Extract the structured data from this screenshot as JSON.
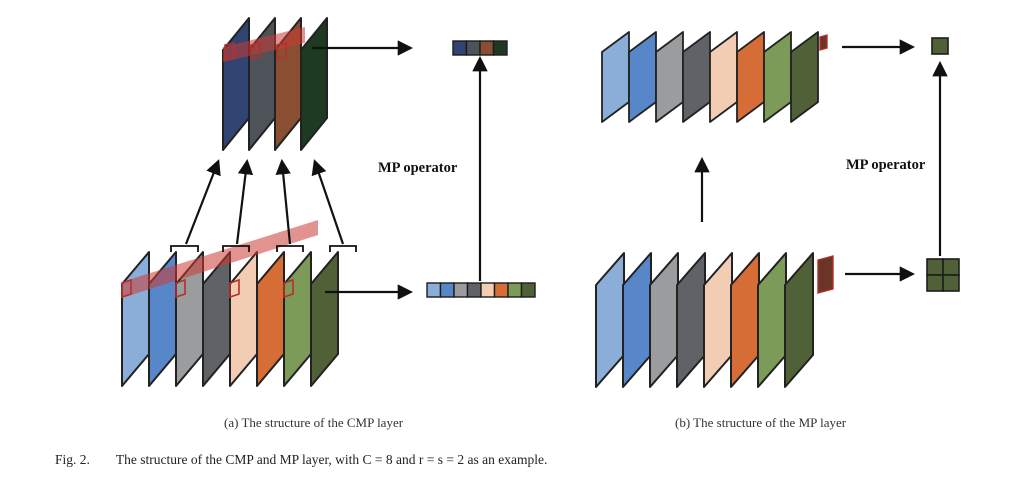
{
  "colors": {
    "channels": [
      "#8aaed8",
      "#5887c9",
      "#9a9c9e",
      "#5f6266",
      "#f2cdb4",
      "#d66d37",
      "#7c9a58",
      "#506137"
    ],
    "top_maps": [
      "#2f4471",
      "#4d5358",
      "#8a4f33",
      "#1e3a22"
    ],
    "highlight": "#cc3a33",
    "outline": "#222222"
  },
  "panel_a": {
    "operator_label": "MP operator",
    "caption": "(a) The structure of the CMP layer"
  },
  "panel_b": {
    "operator_label": "MP operator",
    "caption": "(b) The structure of the MP layer"
  },
  "figure_caption": {
    "number": "Fig. 2.",
    "text": "The structure of the CMP and MP layer, with C = 8 and r = s = 2 as an example."
  }
}
